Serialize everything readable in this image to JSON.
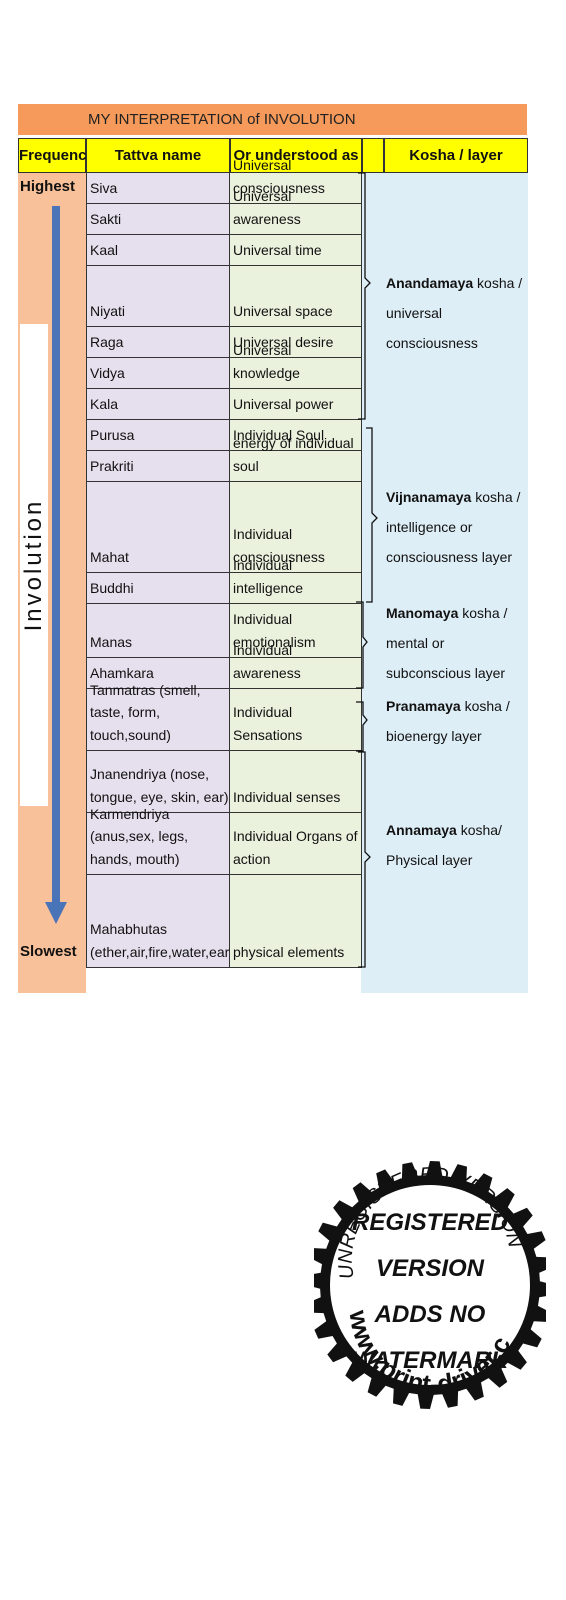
{
  "title": "MY INTERPRETATION of INVOLUTION",
  "headers": {
    "frequency": "Frequency",
    "tattva": "Tattva name",
    "understood": "Or understood as",
    "kosha": "Kosha / layer"
  },
  "frequency": {
    "highest": "Highest",
    "slowest": "Slowest",
    "involution_label": "Involution"
  },
  "rows": [
    {
      "tattva": "Siva",
      "understood": "Universal consciousness"
    },
    {
      "tattva": "Sakti",
      "understood": "Universal awareness"
    },
    {
      "tattva": "Kaal",
      "understood": "Universal time"
    },
    {
      "tattva": "Niyati",
      "understood": "Universal space"
    },
    {
      "tattva": "Raga",
      "understood": "Universal desire"
    },
    {
      "tattva": "Vidya",
      "understood": "Universal knowledge"
    },
    {
      "tattva": "Kala",
      "understood": "Universal power"
    },
    {
      "tattva": "Purusa",
      "understood": "Individual Soul"
    },
    {
      "tattva": "Prakriti",
      "understood": "energy of individual soul"
    },
    {
      "tattva": "Mahat",
      "understood": "Individual consciousness"
    },
    {
      "tattva": "Buddhi",
      "understood": "Individual intelligence"
    },
    {
      "tattva": "Manas",
      "understood": "Individual emotionalism"
    },
    {
      "tattva": "Ahamkara",
      "understood": "Individual awareness"
    },
    {
      "tattva": "Tanmatras (smell, taste, form, touch,sound)",
      "understood": "Individual Sensations"
    },
    {
      "tattva": "Jnanendriya (nose, tongue, eye, skin, ear)",
      "understood": "Individual senses"
    },
    {
      "tattva": "Karmendriya (anus,sex, legs, hands, mouth)",
      "understood": "Individual Organs of action"
    },
    {
      "tattva": "Mahabhutas (ether,air,fire,water,earth)",
      "understood": "physical elements"
    }
  ],
  "koshas": [
    {
      "name": "Anandamaya",
      "desc": " kosha / universal consciousness"
    },
    {
      "name": "Vijnanamaya",
      "desc": " kosha / intelligence or consciousness layer"
    },
    {
      "name": "Manomaya",
      "desc": " kosha / mental or subconscious layer"
    },
    {
      "name": "Pranamaya",
      "desc": " kosha / bioenergy layer"
    },
    {
      "name": "Annamaya",
      "desc": " kosha/ Physical layer"
    }
  ],
  "watermark": {
    "arc_text": "UNREGISTERED VERSION",
    "center_lines": [
      "REGISTERED",
      "VERSION",
      "ADDS NO",
      "WATERMARK"
    ],
    "url": "www.print-driver.com"
  },
  "colors": {
    "title_bg": "#f59a5a",
    "header_bg": "#ffff00",
    "frequency_bg": "#f9c199",
    "tattva_bg": "#e6e0ee",
    "understood_bg": "#eaf1dd",
    "kosha_bg": "#deeef6",
    "arrow": "#4a74b8"
  }
}
